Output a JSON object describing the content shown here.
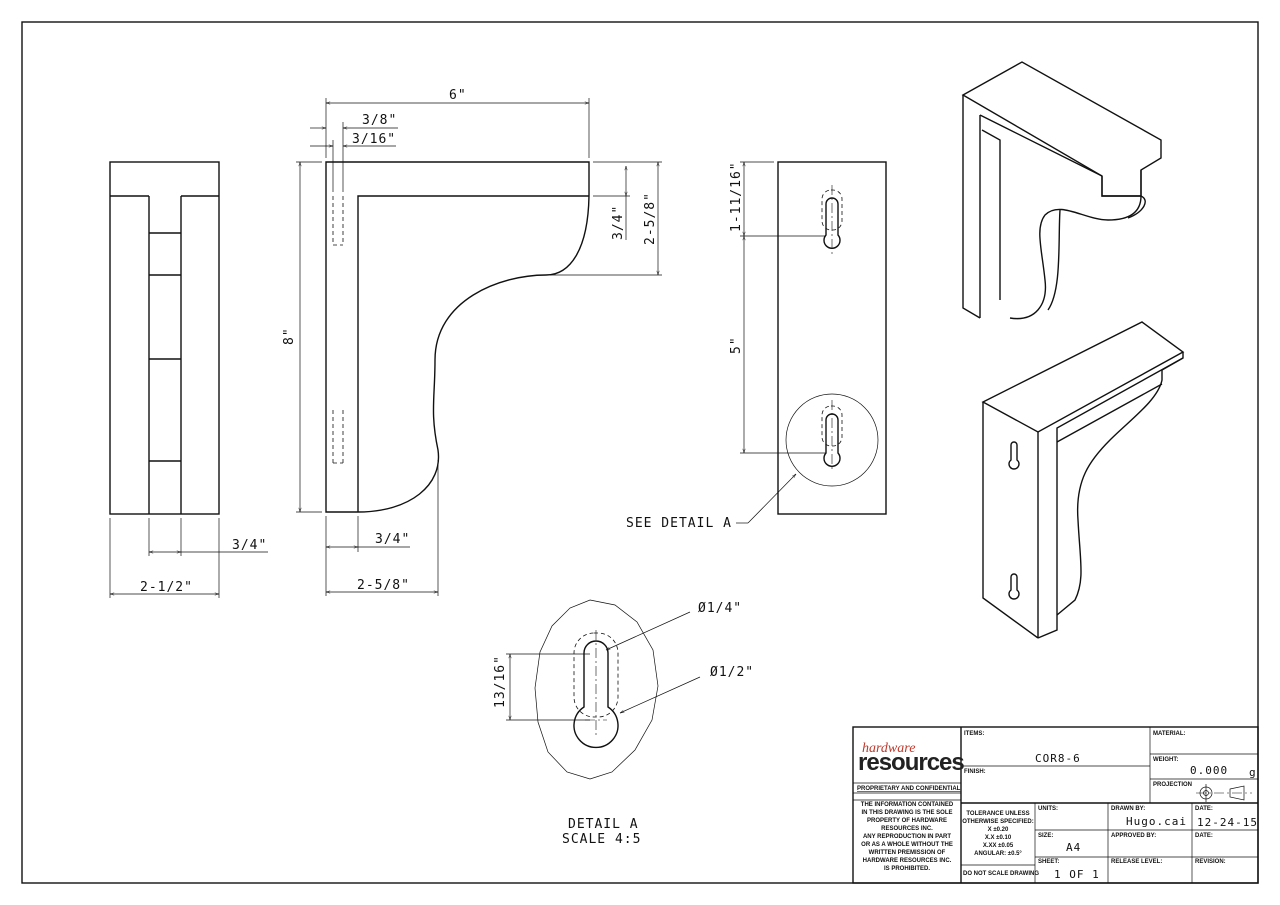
{
  "dimensions": {
    "width_overall": "6\"",
    "d_3_8": "3/8\"",
    "d_3_16": "3/16\"",
    "height_8": "8\"",
    "d_3_4_top": "3/4\"",
    "d_2_5_8_right": "2-5/8\"",
    "d_3_4_bottom_side": "3/4\"",
    "d_2_5_8_bottom": "2-5/8\"",
    "front_3_4": "3/4\"",
    "front_2_1_2": "2-1/2\"",
    "back_1_11_16": "1-11/16\"",
    "back_5": "5\"",
    "see_detail": "SEE DETAIL A",
    "detail_dia_1_4": "Ø1/4\"",
    "detail_dia_1_2": "Ø1/2\"",
    "detail_13_16": "13/16\"",
    "detail_title": "DETAIL A",
    "detail_scale": "SCALE 4:5"
  },
  "title_block": {
    "logo_top": "hardware",
    "logo_bottom": "resources",
    "proprietary": "PROPRIETARY AND CONFIDENTIAL",
    "notice": [
      "THE INFORMATION CONTAINED",
      "IN THIS DRAWING IS THE SOLE",
      "PROPERTY OF HARDWARE",
      "RESOURCES INC.",
      "ANY REPRODUCTION IN PART",
      "OR AS A WHOLE WITHOUT THE",
      "WRITTEN PREMISSION OF",
      "HARDWARE RESOURCES INC.",
      "IS PROHIBITED."
    ],
    "items_label": "ITEMS:",
    "items_value": "COR8-6",
    "finish_label": "FINISH:",
    "material_label": "MATERIAL:",
    "weight_label": "WEIGHT:",
    "weight_value": "0.000",
    "weight_unit": "g",
    "projection_label": "PROJECTION",
    "tolerance": [
      "TOLERANCE UNLESS",
      "OTHERWISE SPECIFIED:",
      "X   ±0.20",
      "X.X  ±0.10",
      "X.XX  ±0.05",
      "ANGULAR: ±0.5°"
    ],
    "do_not_scale": "DO NOT SCALE DRAWING",
    "units_label": "UNITS:",
    "size_label": "SIZE:",
    "size_value": "A4",
    "sheet_label": "SHEET:",
    "sheet_value": "1 OF 1",
    "drawn_by_label": "DRAWN BY:",
    "drawn_by_value": "Hugo.cai",
    "date_label": "DATE:",
    "date_value": "12-24-15",
    "approved_by_label": "APPROVED BY:",
    "date2_label": "DATE:",
    "release_level_label": "RELEASE LEVEL:",
    "revision_label": "REVISION:"
  },
  "colors": {
    "logo_accent": "#c0392b",
    "line": "#111111"
  }
}
